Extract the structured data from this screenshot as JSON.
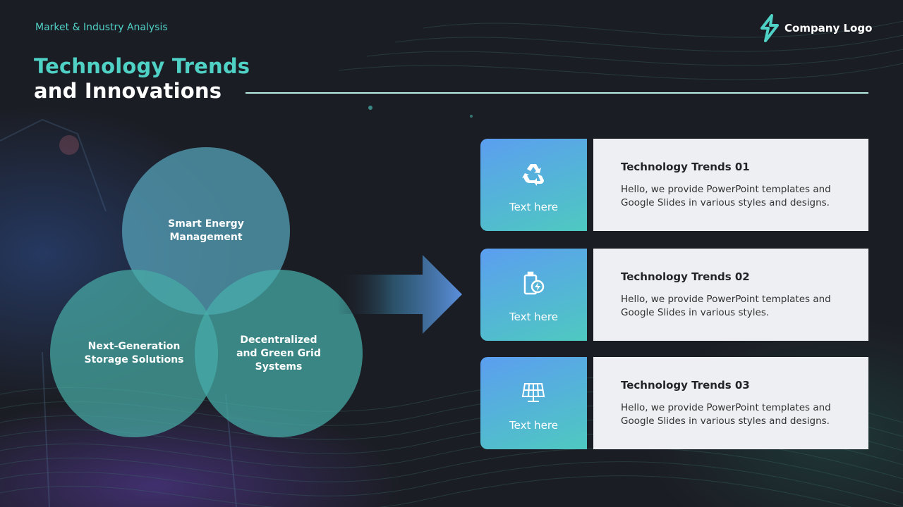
{
  "header": {
    "eyebrow": "Market & Industry Analysis",
    "logo_text": "Company Logo",
    "title_line1": "Technology Trends",
    "title_line2": "and Innovations"
  },
  "colors": {
    "accent": "#4fd1c5",
    "background": "#1b1d24",
    "card_gradient_start": "#5b9ef0",
    "card_gradient_end": "#4ec9c0",
    "card_body": "#eeeff3"
  },
  "venn": [
    {
      "label_lines": [
        "Smart Energy",
        "Management"
      ]
    },
    {
      "label_lines": [
        "Next-Generation",
        "Storage Solutions"
      ]
    },
    {
      "label_lines": [
        "Decentralized",
        "and Green Grid",
        "Systems"
      ]
    }
  ],
  "cards": [
    {
      "icon": "recycle-icon",
      "icon_label": "Text here",
      "title": "Technology Trends 01",
      "desc_lines": [
        "Hello, we provide PowerPoint templates and",
        "Google Slides in various styles and designs."
      ]
    },
    {
      "icon": "battery-charging-icon",
      "icon_label": "Text here",
      "title": "Technology Trends 02",
      "desc_lines": [
        "Hello, we provide PowerPoint templates and",
        "Google Slides in various styles."
      ]
    },
    {
      "icon": "solar-panel-icon",
      "icon_label": "Text here",
      "title": "Technology Trends 03",
      "desc_lines": [
        "Hello, we provide PowerPoint templates and",
        "Google Slides in various styles and designs."
      ]
    }
  ]
}
